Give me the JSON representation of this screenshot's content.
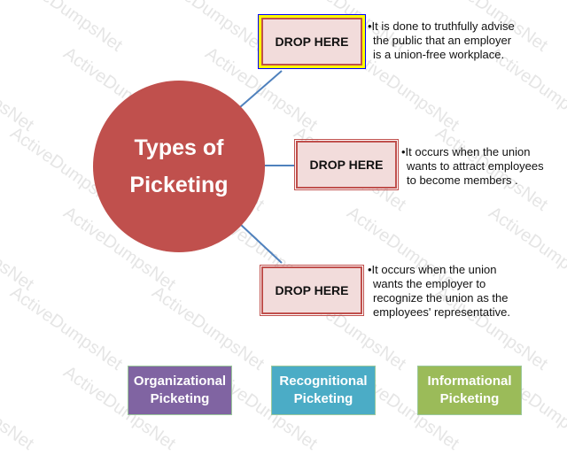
{
  "watermark": "ActiveDumpsNet",
  "center": {
    "line1": "Types of",
    "line2": "Picketing",
    "color": "#c0504d"
  },
  "targets": [
    {
      "label": "DROP HERE",
      "description": [
        "•It is done to truthfully advise",
        "the public that an employer",
        "is a union-free workplace."
      ]
    },
    {
      "label": "DROP HERE",
      "description": [
        "•It occurs when the union",
        "wants to attract employees",
        "to become members ."
      ]
    },
    {
      "label": "DROP HERE",
      "description": [
        "•It occurs when the union",
        "wants the employer to",
        "recognize the union as the",
        "employees' representative."
      ]
    }
  ],
  "options": [
    {
      "line1": "Organizational",
      "line2": "Picketing",
      "color": "#8064a2"
    },
    {
      "line1": "Recognitional",
      "line2": "Picketing",
      "color": "#4bacc6"
    },
    {
      "line1": "Informational",
      "line2": "Picketing",
      "color": "#9bbb59"
    }
  ]
}
